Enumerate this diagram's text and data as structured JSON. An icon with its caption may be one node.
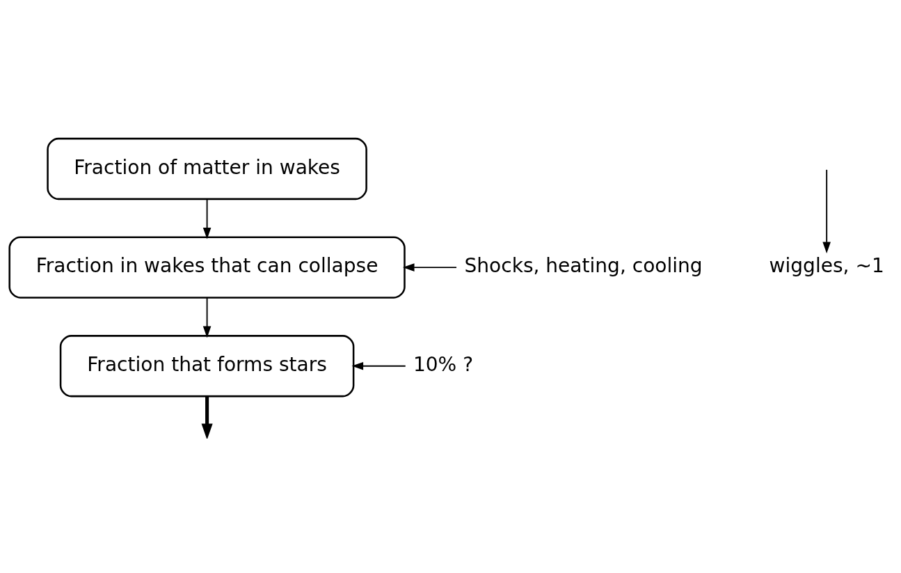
{
  "diagram": {
    "nodes": [
      {
        "text": [
          "Fraction of matter in wakes"
        ]
      },
      {
        "text": [
          "Fraction in wakes that can collapse"
        ]
      },
      {
        "text": [
          "Fraction that forms stars"
        ]
      },
      {
        "text": [
          "Shocks, heating, cooling"
        ]
      },
      {
        "text": [
          "10% ?"
        ]
      },
      {
        "text": [
          "wiggles, ~1"
        ]
      }
    ],
    "edges": [
      {
        "from": 0,
        "to": 1,
        "arrow": "to"
      },
      {
        "from": 1,
        "to": 2,
        "arrow": "to"
      },
      {
        "from": 3,
        "to": 1,
        "arrow": "to"
      },
      {
        "from": 4,
        "to": 2,
        "arrow": "to"
      },
      {
        "from": 2,
        "to": null,
        "arrow": "to",
        "style": "thick"
      },
      {
        "from": null,
        "to": 5,
        "arrow": "to"
      }
    ]
  }
}
